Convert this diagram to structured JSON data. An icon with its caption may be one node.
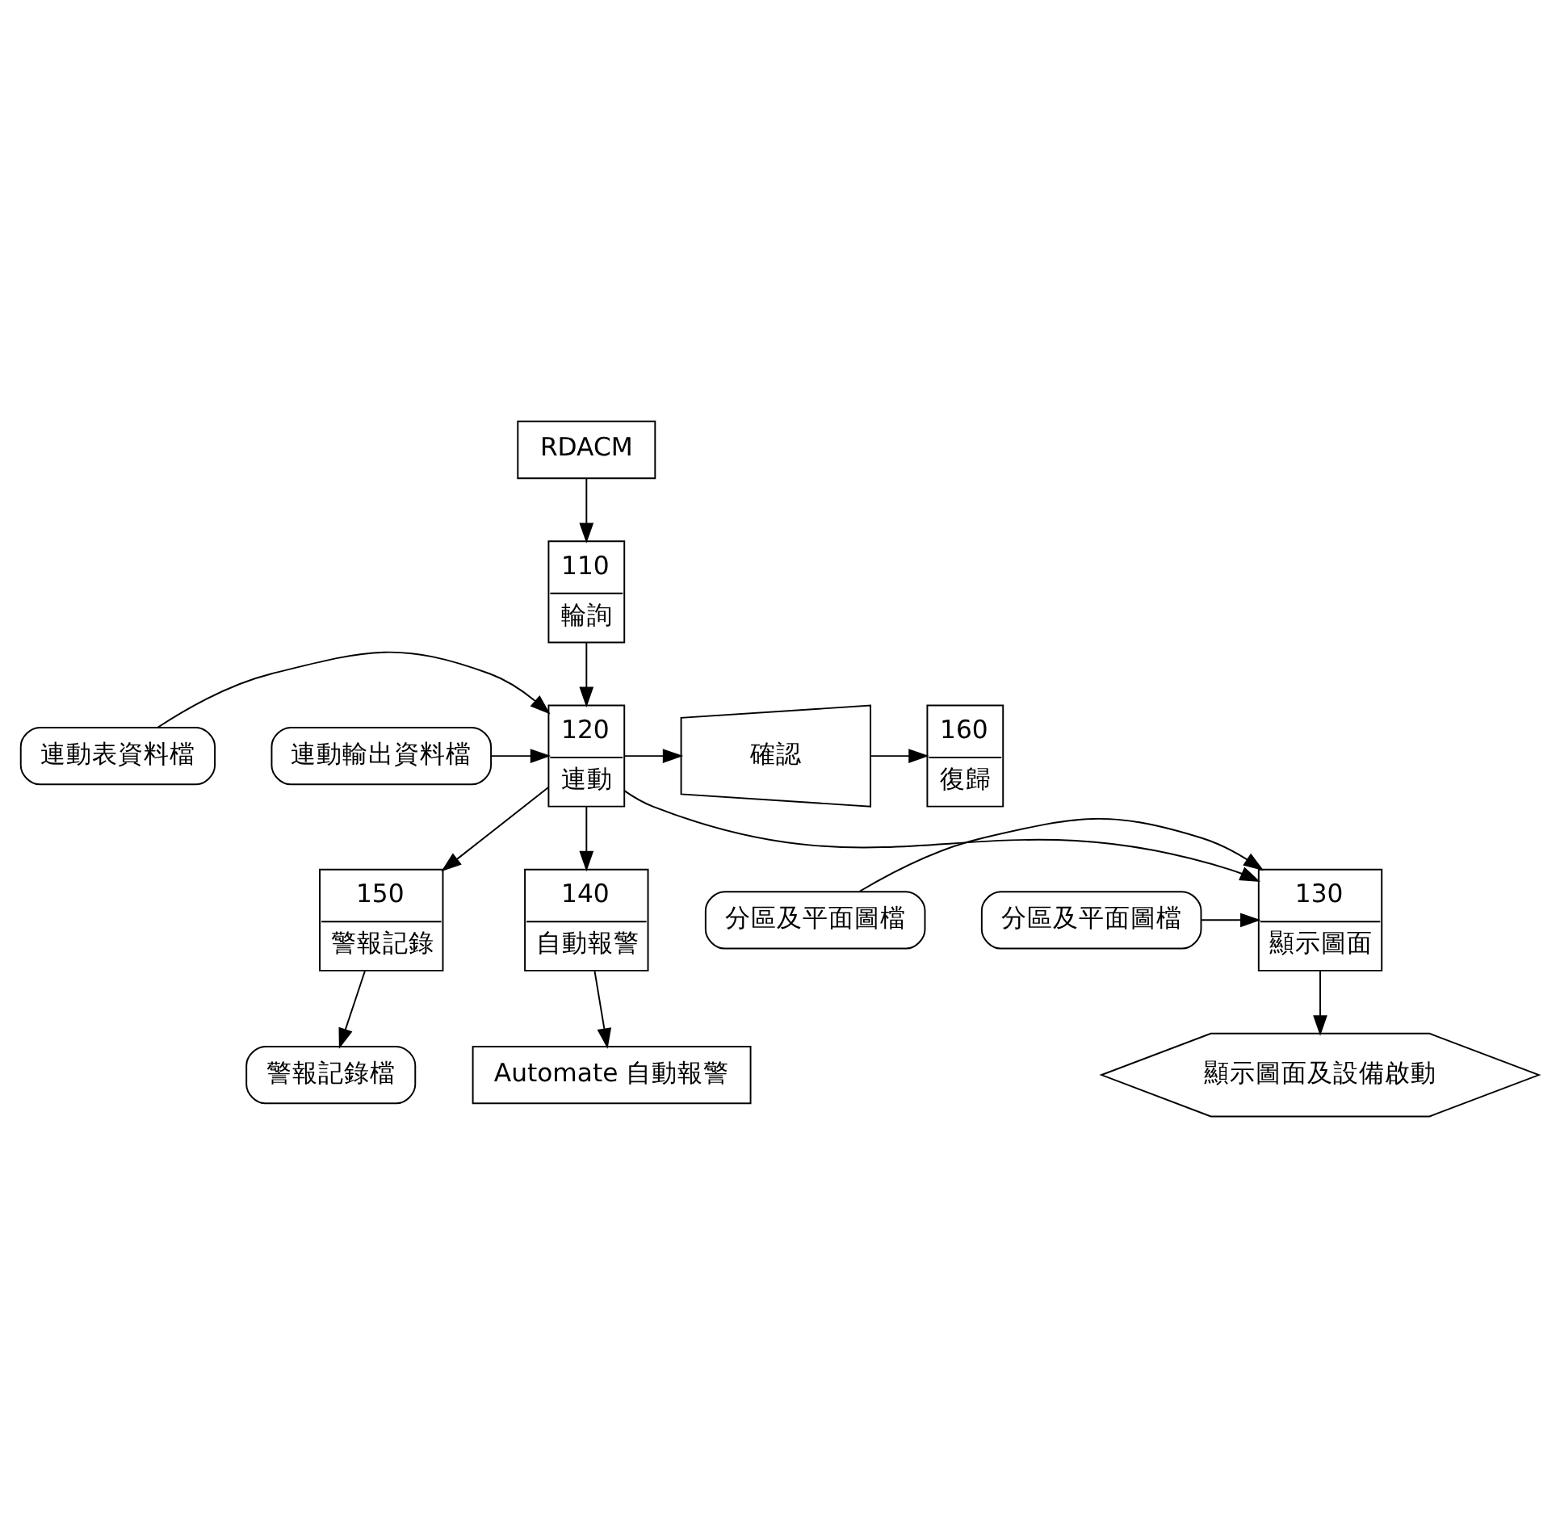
{
  "diagram": {
    "nodes": [
      {
        "text": [
          "RDACM"
        ]
      },
      {
        "text": [
          "110",
          "輪詢"
        ]
      },
      {
        "text": [
          "連動表資料檔"
        ]
      },
      {
        "text": [
          "160",
          "復歸"
        ]
      },
      {
        "text": [
          "確認"
        ]
      },
      {
        "text": [
          "120",
          "連動"
        ]
      },
      {
        "text": [
          "連動輸出資料檔"
        ]
      },
      {
        "text": [
          "分區及平面圖檔"
        ]
      },
      {
        "text": [
          "150",
          "警報記錄"
        ]
      },
      {
        "text": [
          "140",
          "自動報警"
        ]
      },
      {
        "text": [
          "130",
          "顯示圖面"
        ]
      },
      {
        "text": [
          "分區及平面圖檔"
        ]
      },
      {
        "text": [
          "警報記錄檔"
        ]
      },
      {
        "text": [
          "Automate 自動報警"
        ]
      },
      {
        "text": [
          "顯示圖面及設備啟動"
        ]
      }
    ],
    "edges": [
      {
        "from": 0,
        "to": 1,
        "arrow": "to"
      },
      {
        "from": 1,
        "to": 5,
        "arrow": "to"
      },
      {
        "from": 2,
        "to": 5,
        "arrow": "to"
      },
      {
        "from": 6,
        "to": 5,
        "arrow": "to"
      },
      {
        "from": 5,
        "to": 4,
        "arrow": "to"
      },
      {
        "from": 4,
        "to": 3,
        "arrow": "to"
      },
      {
        "from": 5,
        "to": 8,
        "arrow": "to"
      },
      {
        "from": 5,
        "to": 9,
        "arrow": "to"
      },
      {
        "from": 5,
        "to": 10,
        "arrow": "to"
      },
      {
        "from": 7,
        "to": 10,
        "arrow": "to"
      },
      {
        "from": 11,
        "to": 10,
        "arrow": "to"
      },
      {
        "from": 8,
        "to": 12,
        "arrow": "to"
      },
      {
        "from": 9,
        "to": 13,
        "arrow": "to"
      },
      {
        "from": 10,
        "to": 14,
        "arrow": "to"
      }
    ]
  }
}
